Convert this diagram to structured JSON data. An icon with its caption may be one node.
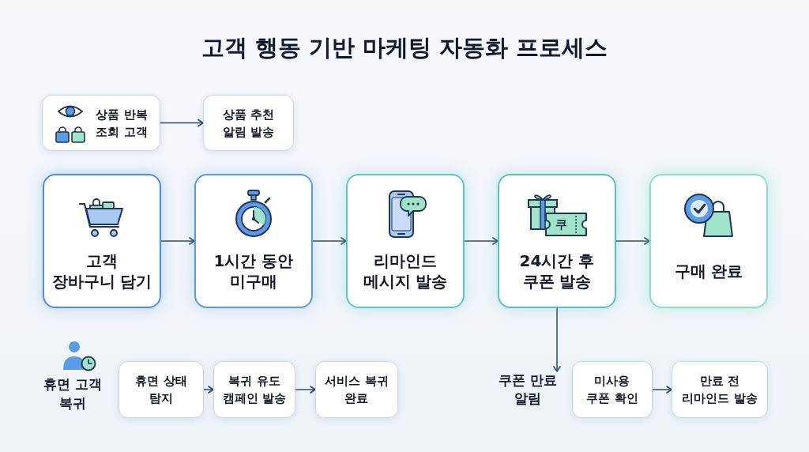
{
  "diagram": {
    "title": "고객 행동 기반 마케팅 자동화 프로세스",
    "nodes": [
      {
        "text": [
          "상품 반복 조회 고객"
        ]
      },
      {
        "text": [
          "상품 추천 알림 발송"
        ]
      },
      {
        "text": [
          "고객 장바구니 담기"
        ]
      },
      {
        "text": [
          "1시간 동안 미구매"
        ]
      },
      {
        "text": [
          "리마인드 메시지 발송"
        ]
      },
      {
        "text": [
          "24시간 후 쿠폰 발송"
        ]
      },
      {
        "text": [
          "구매 완료"
        ]
      },
      {
        "text": [
          "휴면 상태 탐지"
        ]
      },
      {
        "text": [
          "복귀 유도 캠페인 발송"
        ]
      },
      {
        "text": [
          "서비스 복귀 완료"
        ]
      },
      {
        "text": [
          "쿠폰 만료 알림"
        ]
      },
      {
        "text": [
          "미사용 쿠폰 확인"
        ]
      },
      {
        "text": [
          "만료 전 리마인드 발송"
        ]
      }
    ],
    "edges": [
      {
        "from": 0,
        "to": 1,
        "arrow": "to"
      },
      {
        "from": 2,
        "to": 3,
        "arrow": "to"
      },
      {
        "from": 3,
        "to": 4,
        "arrow": "to"
      },
      {
        "from": 4,
        "to": 5,
        "arrow": "to"
      },
      {
        "from": 5,
        "to": 6,
        "arrow": "to"
      },
      {
        "from": 5,
        "to": 10,
        "arrow": "to"
      },
      {
        "from": 7,
        "to": 8,
        "arrow": "to"
      },
      {
        "from": 8,
        "to": 9,
        "arrow": "to"
      },
      {
        "from": 11,
        "to": 12,
        "arrow": "to"
      }
    ],
    "labels": [
      "쿠",
      "휴면 고객 복귀"
    ]
  }
}
